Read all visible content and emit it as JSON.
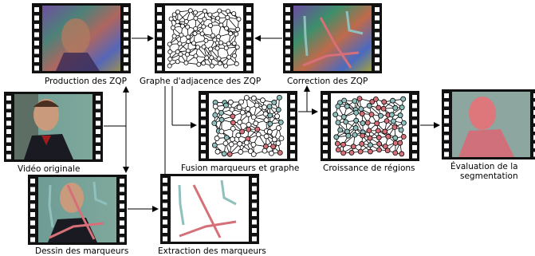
{
  "captions": {
    "production": "Production des ZQP",
    "graphe": "Graphe d'adjacence des ZQP",
    "correction": "Correction des ZQP",
    "video": "Vidéo originale",
    "fusion": "Fusion marqueurs et graphe",
    "croissance": "Croissance de régions",
    "evaluation_line1": "Évaluation de la",
    "evaluation_line2": "segmentation",
    "dessin": "Dessin des marqueurs",
    "extraction": "Extraction des marqueurs"
  },
  "colors": {
    "film": "#111111",
    "arrow": "#000000",
    "marker_teal": "#8fc0bd",
    "marker_red": "#d67078",
    "node_fill": "#ffffff",
    "skin": "#c99a7c",
    "background_scene": "#6f8a7a"
  }
}
